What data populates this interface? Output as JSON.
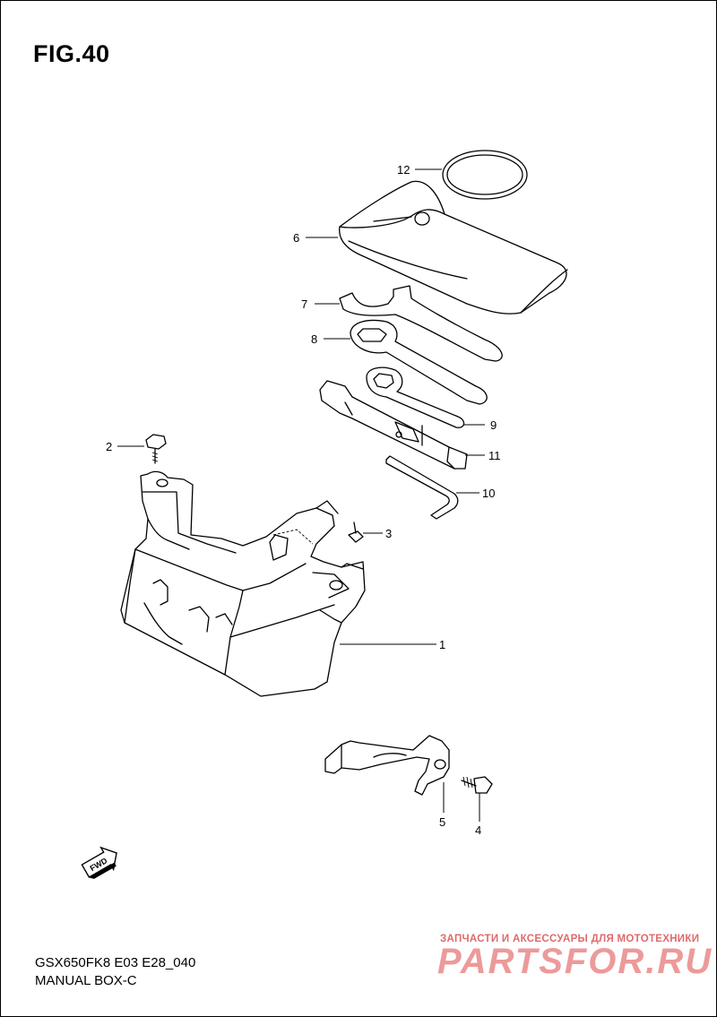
{
  "figure": {
    "title": "FIG.40",
    "model_code": "GSX650FK8 E03 E28_040",
    "section_name": "MANUAL BOX-C"
  },
  "callouts": {
    "p1": "1",
    "p2": "2",
    "p3": "3",
    "p4": "4",
    "p5": "5",
    "p6": "6",
    "p7": "7",
    "p8": "8",
    "p9": "9",
    "p10": "10",
    "p11": "11",
    "p12": "12"
  },
  "direction_badge": {
    "label": "FWD",
    "icon": "forward-arrow-icon"
  },
  "watermark": {
    "tagline": "ЗАПЧАСТИ И АКСЕССУАРЫ ДЛЯ МОТОТЕХНИКИ",
    "logo": "PARTSFOR.RU",
    "color": "#e06a6a"
  }
}
